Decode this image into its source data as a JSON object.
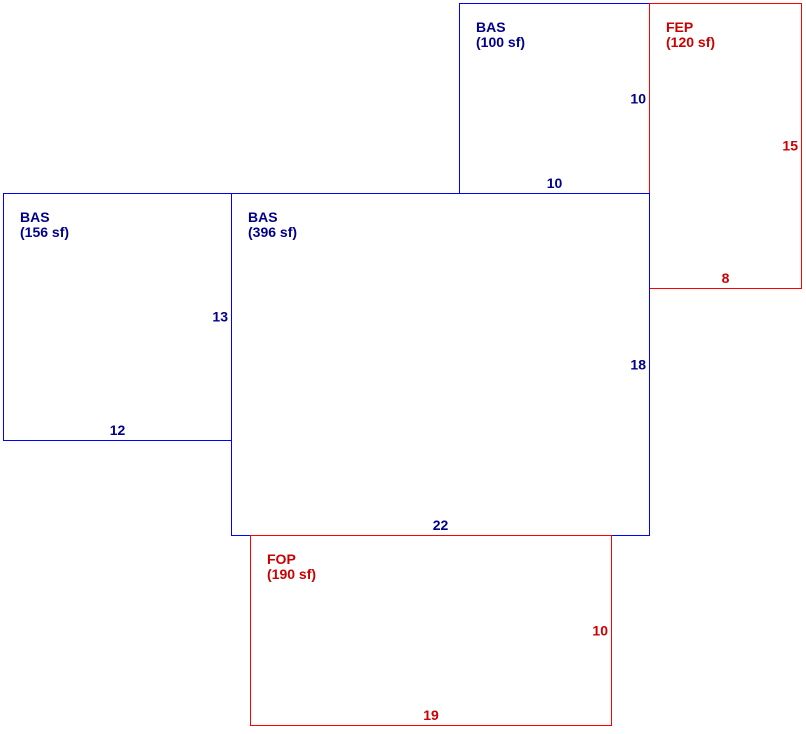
{
  "areas": [
    {
      "code": "BAS",
      "sqft": "(100 sf)",
      "width": "10",
      "height": "10",
      "type": "living"
    },
    {
      "code": "FEP",
      "sqft": "(120 sf)",
      "width": "8",
      "height": "15",
      "type": "porch"
    },
    {
      "code": "BAS",
      "sqft": "(156 sf)",
      "width": "12",
      "height": "13",
      "type": "living"
    },
    {
      "code": "BAS",
      "sqft": "(396 sf)",
      "width": "22",
      "height": "18",
      "type": "living"
    },
    {
      "code": "FOP",
      "sqft": "(190 sf)",
      "width": "19",
      "height": "10",
      "type": "porch"
    }
  ],
  "colors": {
    "living_outline": "#0000ff",
    "living_text": "#00008b",
    "porch_outline": "#ff0000",
    "porch_text": "#cc0000"
  }
}
